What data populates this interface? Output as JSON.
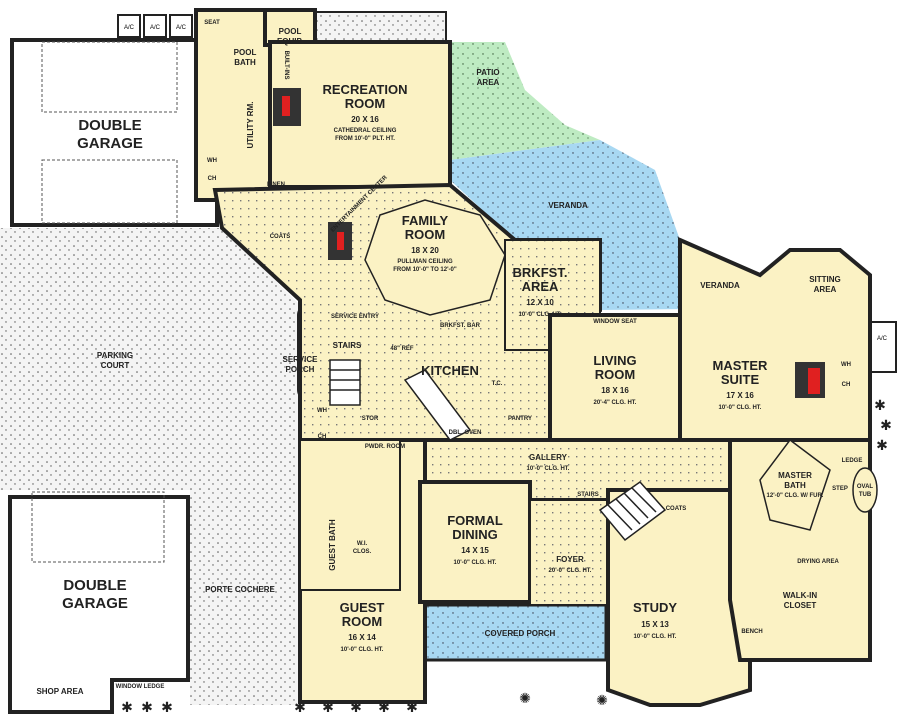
{
  "colors": {
    "interior": "#FBF2C4",
    "veranda": "#A8D8F2",
    "patio": "#BEEBC2",
    "paving": "#EFEFEF",
    "wall": "#222222",
    "fireplace": "#E02020"
  },
  "rooms": {
    "garage_top": {
      "name_1": "DOUBLE",
      "name_2": "GARAGE"
    },
    "garage_bottom": {
      "name_1": "DOUBLE",
      "name_2": "GARAGE",
      "shop": "SHOP AREA",
      "ledge": "WINDOW LEDGE"
    },
    "parking": {
      "name_1": "PARKING",
      "name_2": "COURT"
    },
    "porte_cochere": "PORTE COCHERE",
    "ac_units": [
      "A/C",
      "A/C",
      "A/C",
      "A/C"
    ],
    "pool_equip": {
      "name_1": "POOL",
      "name_2": "EQUIP."
    },
    "pool_bath": {
      "name_1": "POOL",
      "name_2": "BATH",
      "seat": "SEAT"
    },
    "utility": "UTILITY RM.",
    "recreation": {
      "name_1": "RECREATION",
      "name_2": "ROOM",
      "size": "20 X 16",
      "note_1": "CATHEDRAL CEILING",
      "note_2": "FROM 10'-0\" PLT. HT.",
      "built_ins": "BUILT-INS"
    },
    "patio": {
      "name_1": "PATIO",
      "name_2": "AREA"
    },
    "veranda_1": "VERANDA",
    "veranda_2": "VERANDA",
    "family": {
      "name_1": "FAMILY",
      "name_2": "ROOM",
      "size": "18 X 20",
      "note_1": "PULLMAN CEILING",
      "note_2": "FROM 10'-0\" TO 12'-0\"",
      "entertainment": "ENTERTAINMENT CENTER"
    },
    "coats_1": "COATS",
    "linen": "LINEN",
    "brkfst": {
      "name_1": "BRKFST.",
      "name_2": "AREA",
      "size": "12 X 10",
      "note": "10'-0\" CLG. HT."
    },
    "service_porch": {
      "name_1": "SERVICE",
      "name_2": "PORCH"
    },
    "service_entry": "SERVICE ENTRY",
    "stairs_1": "STAIRS",
    "kitchen": {
      "name": "KITCHEN",
      "bar": "BRKFST. BAR",
      "tc": "T.C.",
      "pantry": "PANTRY",
      "dbl_oven": "DBL. OVEN",
      "stor": "STOR",
      "ref": "48\" REF"
    },
    "living": {
      "name_1": "LIVING",
      "name_2": "ROOM",
      "size": "18 X 16",
      "note": "20'-4\" CLG. HT.",
      "window_seat": "WINDOW SEAT"
    },
    "master": {
      "name_1": "MASTER",
      "name_2": "SUITE",
      "size": "17 X 16",
      "note": "10'-0\" CLG. HT.",
      "sitting_1": "SITTING",
      "sitting_2": "AREA"
    },
    "master_bath": {
      "name_1": "MASTER",
      "name_2": "BATH",
      "note": "12'-0\" CLG. W/ FUR.",
      "tub_1": "OVAL",
      "tub_2": "TUB",
      "ledge": "LEDGE",
      "step": "STEP",
      "drying": "DRYING AREA"
    },
    "gallery": {
      "name": "GALLERY",
      "note": "10'-0\" CLG. HT."
    },
    "stairs_2": "STAIRS",
    "coats_2": "COATS",
    "guest_bath": "GUEST BATH",
    "wi_clos": {
      "name_1": "W.I.",
      "name_2": "CLOS."
    },
    "powder": "PWDR. ROOM",
    "formal_dining": {
      "name_1": "FORMAL",
      "name_2": "DINING",
      "size": "14 X 15",
      "note": "10'-0\" CLG. HT."
    },
    "foyer": {
      "name": "FOYER",
      "note": "20'-0\" CLG. HT."
    },
    "guest": {
      "name_1": "GUEST",
      "name_2": "ROOM",
      "size": "16 X 14",
      "note": "10'-0\" CLG. HT."
    },
    "covered_porch": "COVERED PORCH",
    "study": {
      "name": "STUDY",
      "size": "15 X 13",
      "note": "10'-0\" CLG. HT."
    },
    "closet": {
      "name_1": "WALK-IN",
      "name_2": "CLOSET",
      "bench": "BENCH"
    },
    "mech": {
      "wh": "WH",
      "ch": "CH"
    }
  }
}
